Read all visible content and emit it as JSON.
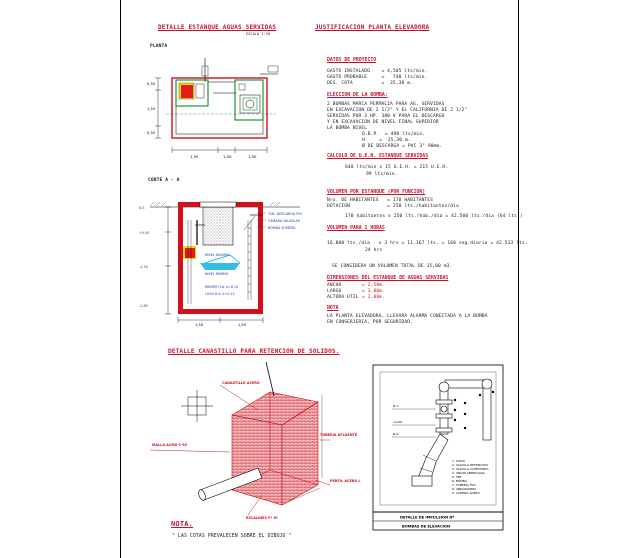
{
  "titles": {
    "tank_detail": "DETALLE ESTANQUE AGUAS SERVIDAS",
    "tank_scale": "ESCALA 1:50",
    "justification": "JUSTIFICACION PLANTA ELEVADORA",
    "plan": "PLANTA",
    "section": "CORTE A - A",
    "chamber_detail": "DETALLE CANASTILLO PARA RETENCION DE SOLIDOS.",
    "note_title": "NOTA.",
    "note_text": "\" LAS COTAS PREVALECEN SOBRE EL DIBUJO \""
  },
  "justification": {
    "project_data_title": "DATOS DE PROYECTO",
    "project_data": [
      "GASTO INSTALADO    = 4,505 lts/min.",
      "GASTO PROBABLE     =   740 lts/min.",
      "DES. COTA          =  35,30 m."
    ],
    "pump_title": "ELECCION DE LA BOMBA:",
    "pump_text": [
      "2 BOMBAS MARCA PERMALIA PARA AG. SERVIDAS",
      "EN EXCAVACION DE 2 1/2\" Y EL CALIFORNIA DE 2 1/2\"",
      "SERVIDAS POR 3 HP. 380 V PARA EL DESCARGO",
      "Y EN EXCAVACION DE NIVEL FINAL SUPERIOR",
      "LA BOMBA NIVEL"
    ],
    "pump_values": [
      "Q.B.P.  = 490 lts/min.",
      "H     =  35,30 m.",
      "Ø DE DESCARGA = PVC 3\" 90mm."
    ],
    "ueh_title": "CALCULO DE U.E.H. ESTANQUE SERVIDAS",
    "ueh_formula": "640 lts/min x 15 U.E.H. = 215 U.E.H.",
    "ueh_result": "99 lts/min.",
    "volume_title": "VOLUMEN POR ESTANQUE (POR FUNCION)",
    "volume_lines": [
      "Nro. DE HABITANTES   = 170 HABITANTES",
      "DOTACION             = 250 lts./habitantes/dia"
    ],
    "volume_formula": "170 habitantes x 250 lts./hab./dia = 42.500 lts./dia (64 lts.)",
    "day_title": "VOLUMEN PARA 1 HORAS",
    "day_formula": "16.000 lts./dia   x 3 hrs = 11.167 lts. = 160 seg.diario = 42.533 lts.",
    "day_unit": "24 hrs",
    "tank_volume": "SE CONSIDERA UN VOLUMEN TOTAL DE 15,00 m3.",
    "dims_title": "DIMENSIONES DEL ESTANQUE DE AGUAS SERVIDAS",
    "dims": [
      {
        "label": "ANCHO",
        "value": "= 2,50m."
      },
      {
        "label": "LARGO",
        "value": "= 3,00m."
      },
      {
        "label": "ALTURA UTIL",
        "value": "= 2,00m."
      }
    ],
    "nota_title": "NOTA",
    "nota_text": [
      "LA PLANTA ELEVADORA, LLEVARA ALARMA CONECTADA A LA BOMBA",
      "EN CONSERJERIA, POR SEGURIDAD."
    ]
  },
  "labels": {
    "plan_dims": [
      "1,50",
      "1,00",
      "1,50"
    ],
    "plan_height": [
      "0,30",
      "1,50",
      "0,30"
    ],
    "section_levels": [
      "N.T.",
      "+0,00",
      "-1,50",
      "-2,80"
    ],
    "section_notes": [
      "TUB. DESCARGA PVC",
      "CAMARA VALVULAS",
      "BOMBA SUMERG.",
      "NIVEL MAXIMO",
      "NIVEL MINIMO",
      "RADIER H.A. e=0,15",
      "LOSA H.A. e=0,12"
    ],
    "chamber_notes": [
      "CANASTILLO ACERO",
      "MALLA ACMA C-92",
      "ESCALINES Fº Gº",
      "PERFIL ACERO L",
      "TUBERIA AFLUENTE"
    ],
    "detail_legend": [
      "1. CODO",
      "2. VALVULA RETENCION",
      "3. VALVULA COMPUERTA",
      "4. UNION AMERICANA",
      "5. TEE",
      "6. BOMBA",
      "7. TUBERIA PVC",
      "8. ABRAZADERA",
      "9. CADENA ACERO"
    ],
    "detail_title_1": "DETALLE DE IMPULSION Nº",
    "detail_title_2": "BOMBAS DE ELEVACION"
  },
  "colors": {
    "red": "#d0101a",
    "blue": "#1a3aa8",
    "green": "#0a8a2a",
    "yellow": "#e8e000",
    "cyan": "#00aee0"
  }
}
